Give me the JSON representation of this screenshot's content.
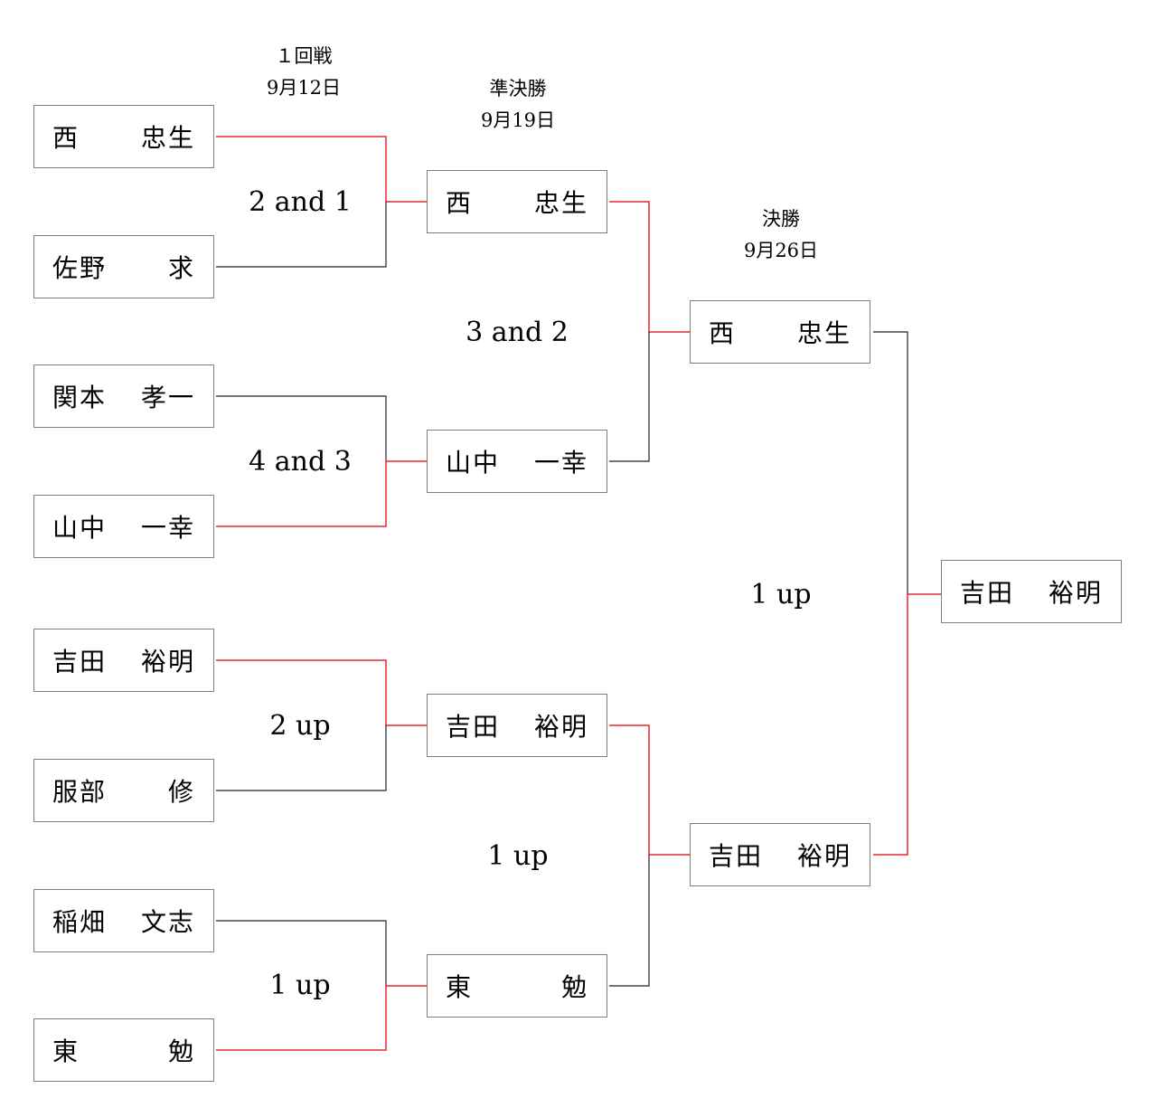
{
  "colors": {
    "win": "#e8262a",
    "lose": "#222222",
    "border": "#7f7f7f"
  },
  "rounds": [
    {
      "name": "１回戦",
      "date": "9月12日"
    },
    {
      "name": "準決勝",
      "date": "9月19日"
    },
    {
      "name": "決勝",
      "date": "9月26日"
    }
  ],
  "round1": [
    {
      "family": "西",
      "given": "忠生"
    },
    {
      "family": "佐野",
      "given": "求"
    },
    {
      "family": "関本",
      "given": "孝一"
    },
    {
      "family": "山中",
      "given": "一幸"
    },
    {
      "family": "吉田",
      "given": "裕明"
    },
    {
      "family": "服部",
      "given": "修"
    },
    {
      "family": "稲畑",
      "given": "文志"
    },
    {
      "family": "東",
      "given": "勉"
    }
  ],
  "round2": [
    {
      "family": "西",
      "given": "忠生"
    },
    {
      "family": "山中",
      "given": "一幸"
    },
    {
      "family": "吉田",
      "given": "裕明"
    },
    {
      "family": "東",
      "given": "勉"
    }
  ],
  "round3": [
    {
      "family": "西",
      "given": "忠生"
    },
    {
      "family": "吉田",
      "given": "裕明"
    }
  ],
  "champion": {
    "family": "吉田",
    "given": "裕明"
  },
  "scores": {
    "r1": [
      "2 and 1",
      "4 and 3",
      "2 up",
      "1 up"
    ],
    "r2": [
      "3 and 2",
      "1 up"
    ],
    "final": "1 up"
  }
}
